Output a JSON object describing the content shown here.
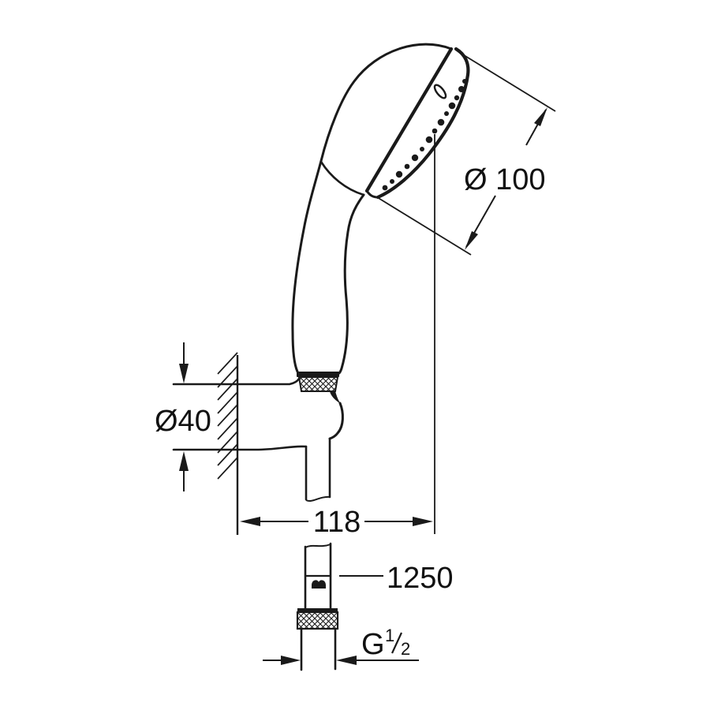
{
  "meta": {
    "background_color": "#ffffff",
    "line_color": "#1a1a1a"
  },
  "drawing": {
    "subject": "hand-shower-set-with-wall-holder-and-hose",
    "labels": {
      "head_diameter": "Ø 100",
      "holder_diameter": "Ø40",
      "wall_to_axis": "118",
      "hose_length": "1250",
      "thread_prefix": "G",
      "thread_numerator": "1",
      "thread_denominator": "2"
    }
  }
}
